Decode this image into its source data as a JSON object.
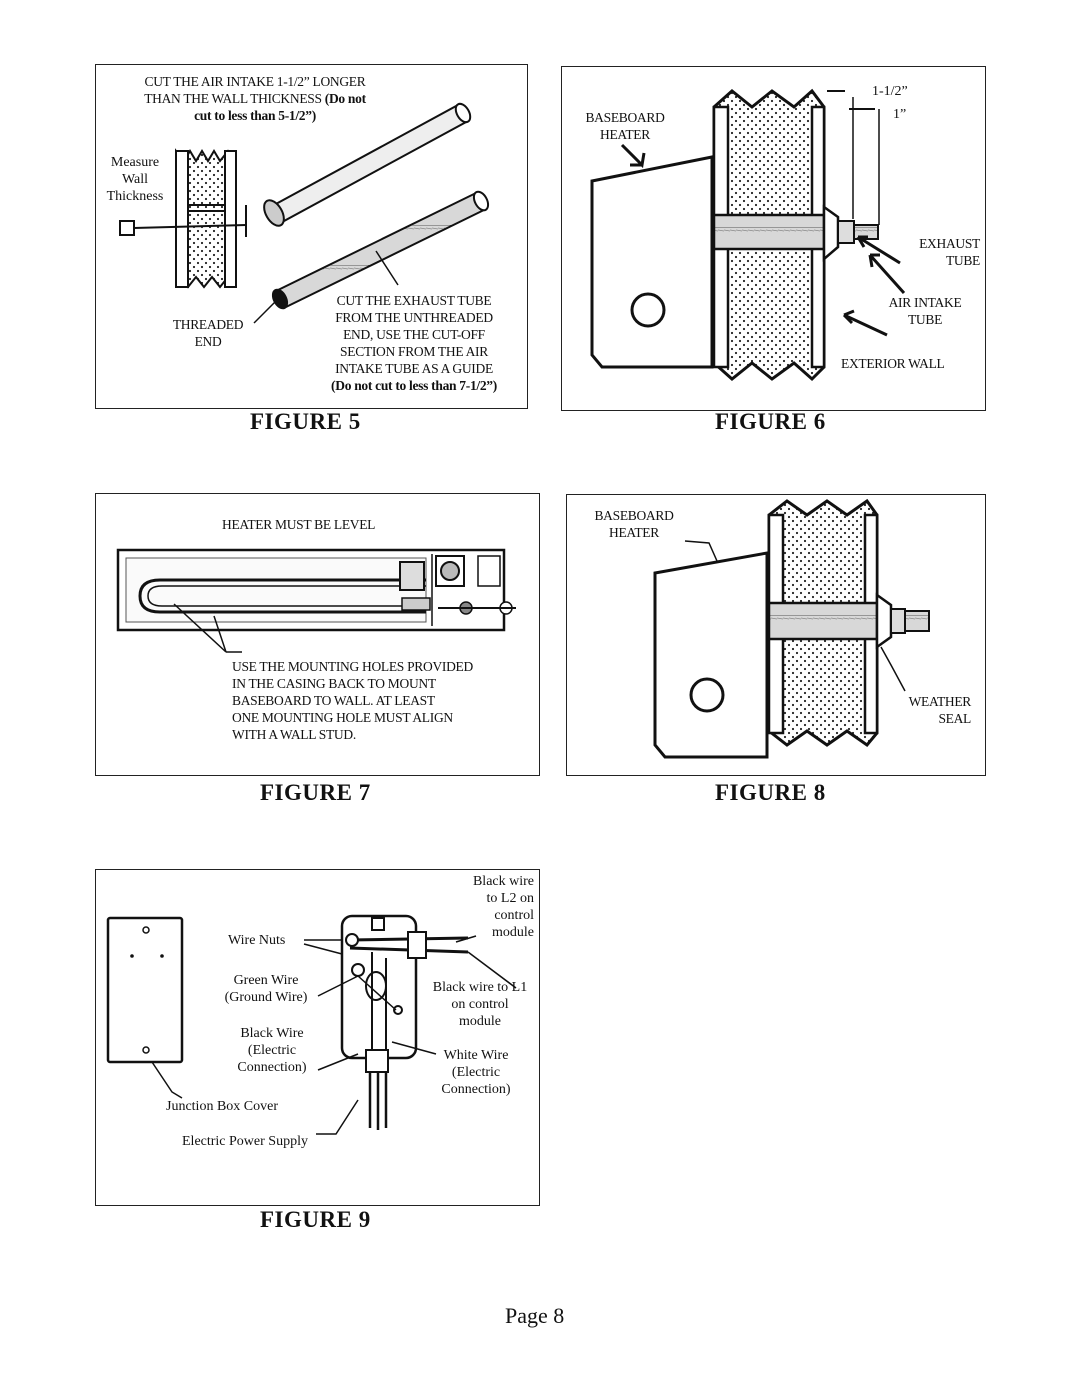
{
  "page": {
    "number_label": "Page 8"
  },
  "fig5": {
    "caption": "FIGURE 5",
    "instruction_l1": "CUT THE AIR INTAKE 1-1/2” LONGER",
    "instruction_l2a": "THAN THE WALL THICKNESS ",
    "instruction_l2b": "(Do not",
    "instruction_l3": "cut to less than 5-1/2”)",
    "measure_l1": "Measure",
    "measure_l2": "Wall",
    "measure_l3": "Thickness",
    "threaded_l1": "THREADED",
    "threaded_l2": "END",
    "exhaust_l1": "CUT THE EXHAUST TUBE",
    "exhaust_l2": "FROM THE UNTHREADED",
    "exhaust_l3": "END, USE THE CUT-OFF",
    "exhaust_l4": "SECTION FROM THE AIR",
    "exhaust_l5": "INTAKE TUBE AS A GUIDE",
    "exhaust_l6": "(Do not cut to less than 7-1/2”)"
  },
  "fig6": {
    "caption": "FIGURE 6",
    "baseboard_l1": "BASEBOARD",
    "baseboard_l2": "HEATER",
    "dim_1": "1-1/2”",
    "dim_2": "1”",
    "exhaust_l1": "EXHAUST",
    "exhaust_l2": "TUBE",
    "intake_l1": "AIR INTAKE",
    "intake_l2": "TUBE",
    "exterior_wall": "EXTERIOR WALL"
  },
  "fig7": {
    "caption": "FIGURE 7",
    "level_label": "HEATER MUST BE LEVEL",
    "mount_l1": "USE THE MOUNTING HOLES PROVIDED",
    "mount_l2": "IN THE CASING BACK TO MOUNT",
    "mount_l3": "BASEBOARD TO WALL.  AT LEAST",
    "mount_l4": "ONE MOUNTING HOLE MUST ALIGN",
    "mount_l5": "WITH A WALL STUD."
  },
  "fig8": {
    "caption": "FIGURE 8",
    "baseboard_l1": "BASEBOARD",
    "baseboard_l2": "HEATER",
    "seal_l1": "WEATHER",
    "seal_l2": "SEAL"
  },
  "fig9": {
    "caption": "FIGURE 9",
    "wire_nuts": "Wire Nuts",
    "green_l1": "Green Wire",
    "green_l2": "(Ground Wire)",
    "blackwire_l1": "Black Wire",
    "blackwire_l2": "(Electric",
    "blackwire_l3": "Connection)",
    "cover": "Junction Box Cover",
    "supply": "Electric Power Supply",
    "l2_l1": "Black wire",
    "l2_l2": "to L2 on",
    "l2_l3": "control",
    "l2_l4": "module",
    "l1_l1": "Black wire to L1",
    "l1_l2": "on control",
    "l1_l3": "module",
    "white_l1": "White Wire",
    "white_l2": "(Electric",
    "white_l3": "Connection)"
  }
}
